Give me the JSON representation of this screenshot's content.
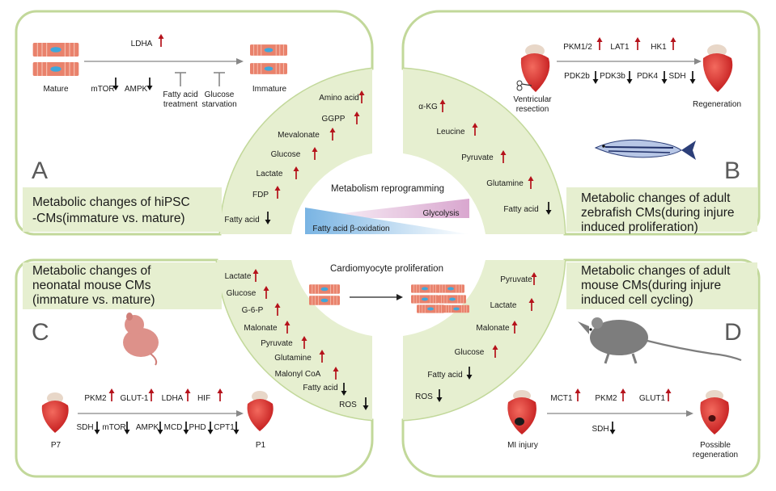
{
  "center": {
    "title": "Metabolism reprogramming",
    "glycolysis": "Glycolysis",
    "fao": "Fatty acid β-oxidation",
    "proliferation": "Cardiomyocyte proliferation"
  },
  "panelA": {
    "letter": "A",
    "caption1": "Metabolic changes of hiPSC",
    "caption2": "-CMs(immature vs. mature)",
    "mature": "Mature",
    "immature": "Immature",
    "up": [
      "LDHA"
    ],
    "down": [
      "mTOR",
      "AMPK"
    ],
    "inhibit": [
      [
        "Fatty acid",
        "treatment"
      ],
      [
        "Glucose",
        "starvation"
      ]
    ],
    "metabolites_up": [
      "Amino acid",
      "GGPP",
      "Mevalonate",
      "Glucose",
      "Lactate",
      "FDP"
    ],
    "metabolites_down": [
      "Fatty acid"
    ]
  },
  "panelB": {
    "letter": "B",
    "caption1": "Metabolic changes of adult",
    "caption2": "zebrafish CMs(during injure",
    "caption3": "induced proliferation)",
    "left1": "Ventricular",
    "left2": "resection",
    "right": "Regeneration",
    "up": [
      "PKM1/2",
      "LAT1",
      "HK1"
    ],
    "down": [
      "PDK2b",
      "PDK3b",
      "PDK4",
      "SDH"
    ],
    "metabolites_up": [
      "α-KG",
      "Leucine",
      "Pyruvate",
      "Glutamine"
    ],
    "metabolites_down": [
      "Fatty acid"
    ]
  },
  "panelC": {
    "letter": "C",
    "caption1": "Metabolic changes of",
    "caption2": "neonatal mouse CMs",
    "caption3": "(immature vs. mature)",
    "left": "P7",
    "right": "P1",
    "up": [
      "PKM2",
      "GLUT-1",
      "LDHA",
      "HIF"
    ],
    "down": [
      "SDH",
      "mTOR",
      "AMPK",
      "MCD",
      "PHD",
      "CPT1"
    ],
    "metabolites_up": [
      "Lactate",
      "Glucose",
      "G-6-P",
      "Malonate",
      "Pyruvate",
      "Glutamine",
      "Malonyl CoA"
    ],
    "metabolites_down": [
      "Fatty acid",
      "ROS"
    ]
  },
  "panelD": {
    "letter": "D",
    "caption1": "Metabolic changes of adult",
    "caption2": "mouse CMs(during injure",
    "caption3": "induced cell cycling)",
    "left": "MI injury",
    "right1": "Possible",
    "right2": "regeneration",
    "up": [
      "MCT1",
      "PKM2",
      "GLUT1"
    ],
    "down": [
      "SDH"
    ],
    "metabolites_up": [
      "Pyruvate",
      "Lactate",
      "Malonate",
      "Glucose"
    ],
    "metabolites_down": [
      "Fatty acid",
      "ROS"
    ]
  },
  "colors": {
    "panel_border": "#c2d89a",
    "panel_fill": "#e6efd0",
    "up_arrow": "#b5121b",
    "down_arrow": "#111111",
    "cell": "#e9826c",
    "glycolysis": "#d9a7cf",
    "fao": "#79b4e3"
  }
}
